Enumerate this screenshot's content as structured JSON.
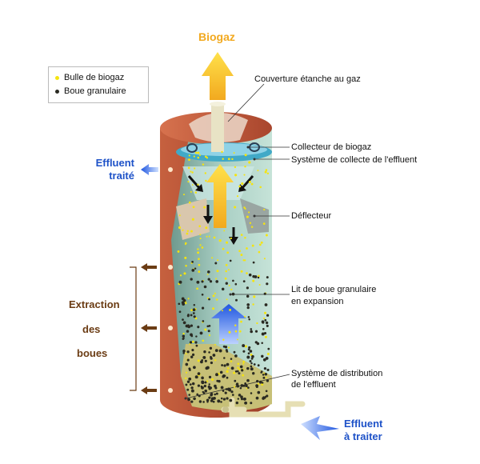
{
  "title": "Biogaz",
  "legend": {
    "bubble": "Bulle de biogaz",
    "sludge": "Boue granulaire"
  },
  "labels": {
    "cover": "Couverture étanche au gaz",
    "collector": "Collecteur de biogaz",
    "effluent_collection": "Système de collecte de l'effluent",
    "deflector": "Déflecteur",
    "bed_line1": "Lit de boue granulaire",
    "bed_line2": "en expansion",
    "distribution_line1": "Système de distribution",
    "distribution_line2": "de l'effluent"
  },
  "treated": {
    "line1": "Effluent",
    "line2": "traité"
  },
  "to_treat": {
    "line1": "Effluent",
    "line2": "à traiter"
  },
  "extraction": {
    "line1": "Extraction",
    "line2": "des",
    "line3": "boues"
  },
  "colors": {
    "biogas": "#f2a91f",
    "effluent": "#1e52c8",
    "extraction": "#6b3c14",
    "tank": "#b9503a",
    "bubble": "#f5e40f",
    "sludge": "#2a2a22"
  }
}
